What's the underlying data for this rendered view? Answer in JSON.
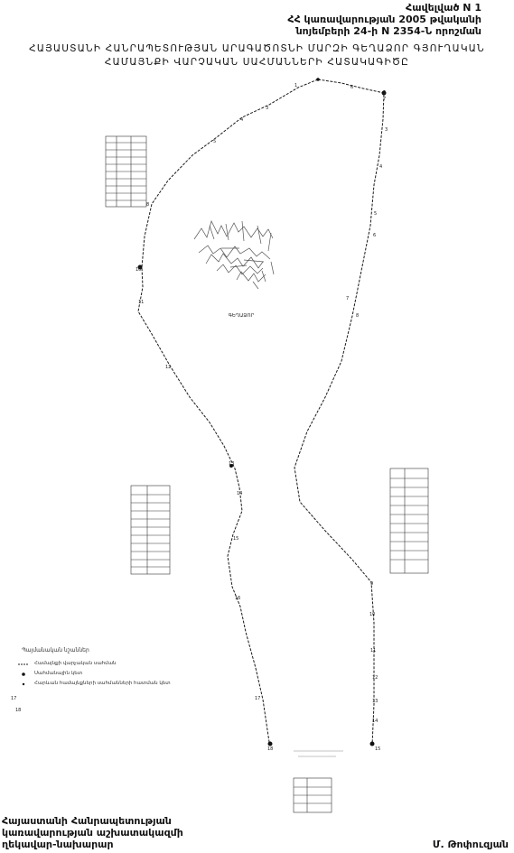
{
  "header": {
    "line1": "Հավելված N 1",
    "line2": "ՀՀ կառավարության 2005 թվականի",
    "line3": "նոյեմբերի 24-ի N 2354-Ն որոշման"
  },
  "title": {
    "line1": "ՀԱՅԱՍՏԱՆԻ ՀԱՆՐԱՊԵՏՈՒԹՅԱՆ ԱՐԱԳԱԾՈՏՆԻ ՄԱՐԶԻ ԳԵՂԱՁՈՐ ԳՅՈՒՂԱԿԱՆ",
    "line2": "ՀԱՄԱՅՆՔԻ ՎԱՐՉԱԿԱՆ ՍԱՀՄԱՆՆԵՐԻ ՀԱՏԱԿԱԳԻԾԸ"
  },
  "map": {
    "settlement_label": "ԳԵՂԱՁՈՐ",
    "legend_title": "Պայմանական նշաններ",
    "legend_items": [
      "Համայնքի վարչական սահման",
      "Սահմանային կետ",
      "Հարևան համայնքների սահմանների հատման կետ"
    ],
    "boundary_color": "#1a1a1a"
  },
  "footer": {
    "left_line1": "Հայաստանի Հանրապետության",
    "left_line2": "կառավարության աշխատակազմի",
    "left_line3": "ղեկավար-նախարար",
    "right": "Մ. Թոփուզյան"
  }
}
